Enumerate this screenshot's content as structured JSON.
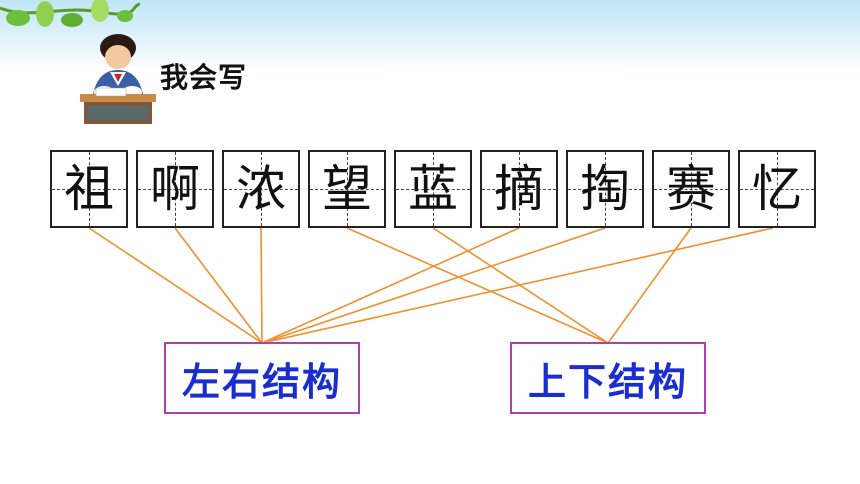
{
  "heading": "我会写",
  "characters": [
    "祖",
    "啊",
    "浓",
    "望",
    "蓝",
    "摘",
    "掏",
    "赛",
    "忆"
  ],
  "categories": {
    "left_right": "左右结构",
    "top_bottom": "上下结构"
  },
  "colors": {
    "line": "#f0902c",
    "category_border": "#b040b0",
    "category_text": "#1a2ed0"
  },
  "icons": {
    "student": "studying-student-icon",
    "vine": "green-vine-icon"
  }
}
